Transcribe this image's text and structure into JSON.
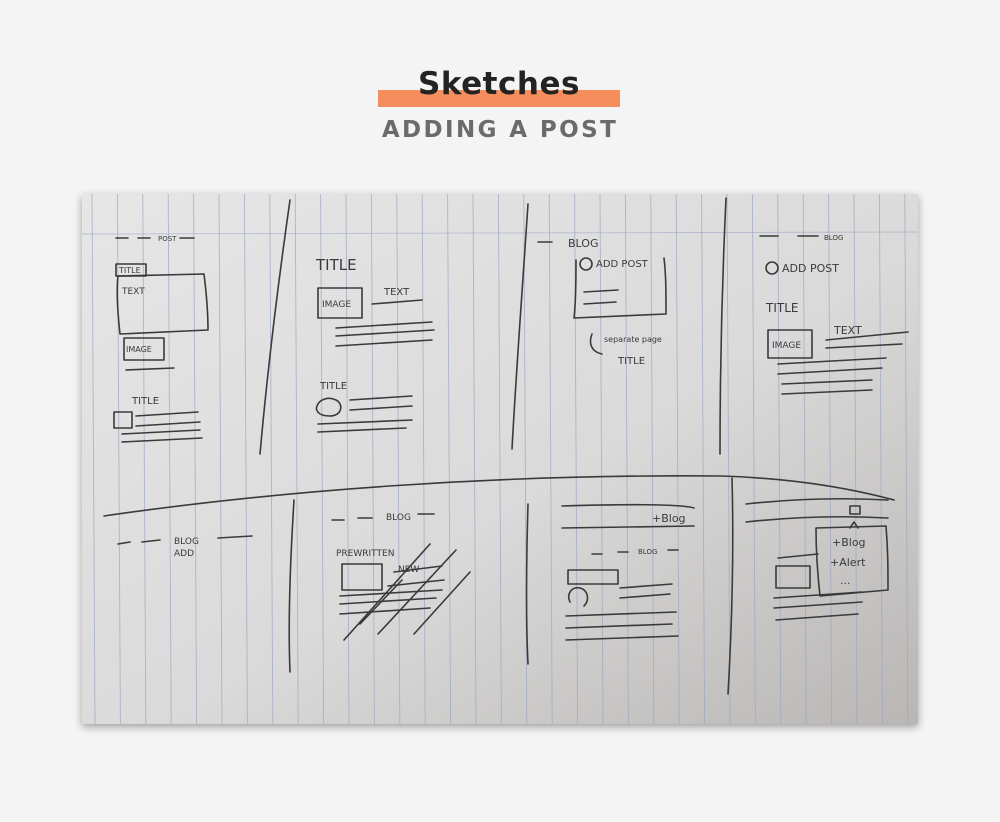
{
  "header": {
    "title": "Sketches",
    "subtitle": "ADDING A POST"
  },
  "sketch": {
    "panel_1": {
      "tag": "POST",
      "title_box": "TITLE",
      "text_box": "TEXT",
      "image_box": "IMAGE",
      "title_label": "TITLE"
    },
    "panel_2": {
      "title": "TITLE",
      "image": "IMAGE",
      "text": "TEXT",
      "title_2": "TITLE"
    },
    "panel_3": {
      "heading": "BLOG",
      "add_post": "ADD POST",
      "note": "separate page",
      "title": "TITLE"
    },
    "panel_4": {
      "heading": "BLOG",
      "add_post": "ADD POST",
      "title": "TITLE",
      "image": "IMAGE",
      "text": "TEXT"
    },
    "panel_5": {
      "heading": "BLOG",
      "add": "ADD"
    },
    "panel_6": {
      "heading": "BLOG",
      "pre_written": "PREWRITTEN",
      "new": "NEW"
    },
    "panel_7": {
      "add_blog": "+Blog",
      "heading": "BLOG"
    },
    "panel_8": {
      "add_blog": "+Blog",
      "add_alert": "+Alert",
      "more": "..."
    }
  },
  "colors": {
    "background": "#f4f4f4",
    "accent": "#f68d5c",
    "title_text": "#232323",
    "subtitle_text": "#6b6b6b",
    "paper": "#dcdcdc",
    "ink": "#3a3a3a",
    "ruling": "#9aa6c2"
  }
}
